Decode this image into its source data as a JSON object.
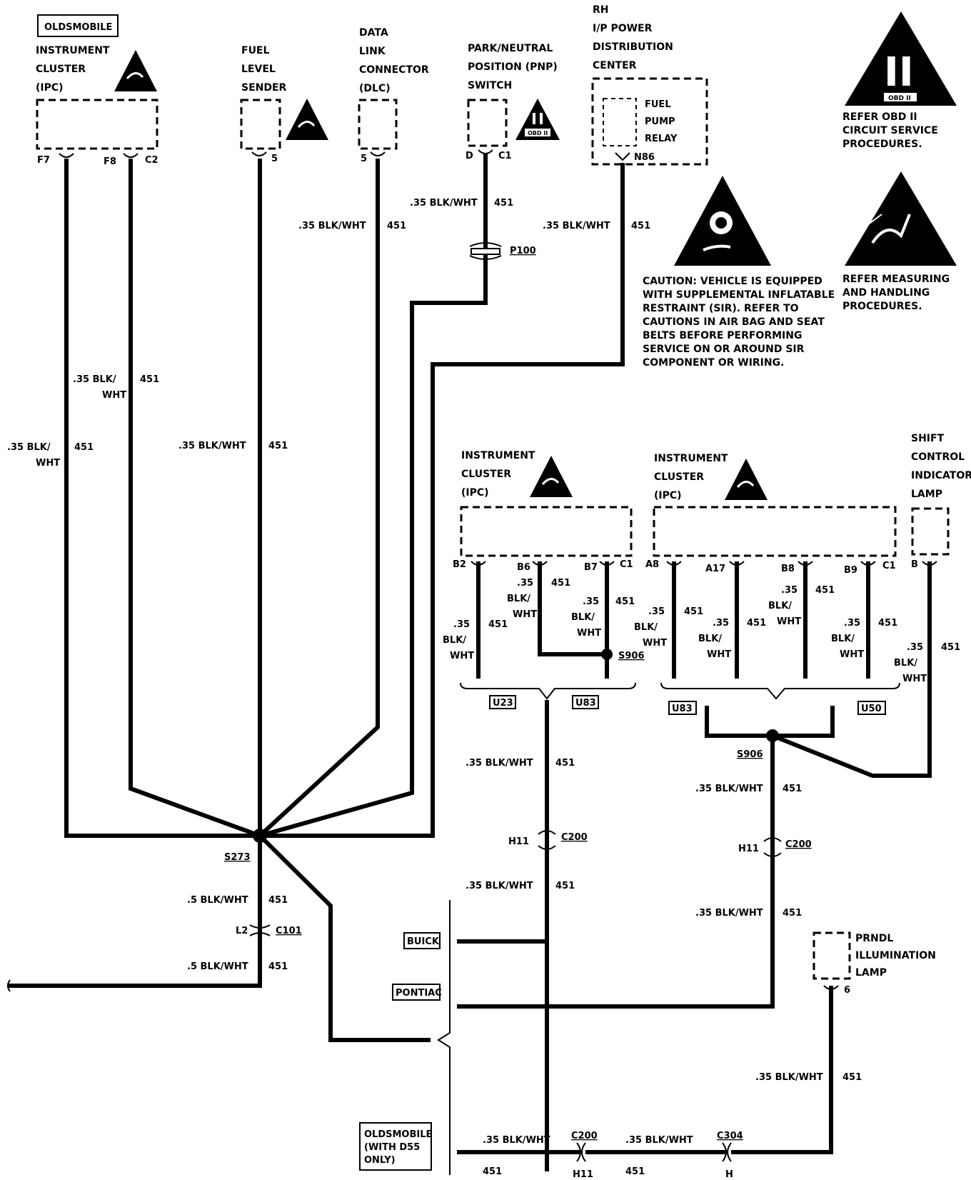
{
  "components": {
    "olds_ipc": {
      "tag": "OLDSMOBILE",
      "lines": [
        "INSTRUMENT",
        "CLUSTER",
        "(IPC)"
      ],
      "pins": [
        "F7",
        "F8",
        "C2"
      ]
    },
    "fuel_sender": {
      "lines": [
        "FUEL",
        "LEVEL",
        "SENDER"
      ],
      "pin": "5"
    },
    "dlc": {
      "lines": [
        "DATA",
        "LINK",
        "CONNECTOR",
        "(DLC)"
      ],
      "pin": "5"
    },
    "pnp": {
      "lines": [
        "PARK/NEUTRAL",
        "POSITION (PNP)",
        "SWITCH"
      ],
      "pins": [
        "D",
        "C1"
      ]
    },
    "rh_ipdc": {
      "lines": [
        "RH",
        "I/P POWER",
        "DISTRIBUTION",
        "CENTER"
      ],
      "inner": [
        "FUEL",
        "PUMP",
        "RELAY"
      ],
      "pin": "N86"
    },
    "ipc_buick": {
      "lines": [
        "INSTRUMENT",
        "CLUSTER",
        "(IPC)"
      ],
      "pins": [
        "B2",
        "B6",
        "B7",
        "C1"
      ]
    },
    "ipc_pontiac": {
      "lines": [
        "INSTRUMENT",
        "CLUSTER",
        "(IPC)"
      ],
      "pins": [
        "A8",
        "A17",
        "B8",
        "B9",
        "C1"
      ]
    },
    "shift_lamp": {
      "lines": [
        "SHIFT",
        "CONTROL",
        "INDICATOR",
        "LAMP"
      ],
      "pin": "B"
    },
    "prndl_lamp": {
      "lines": [
        "PRNDL",
        "ILLUMINATION",
        "LAMP"
      ],
      "pin": "6"
    }
  },
  "wire": {
    "gauge": ".35",
    "gauge_5": ".5",
    "color": "BLK/WHT",
    "circuit": "451",
    "color_a": "BLK/",
    "color_b": "WHT"
  },
  "connectors": {
    "p100": "P100",
    "c200": "C200",
    "c101": "C101",
    "c304": "C304",
    "h11": "H11",
    "l2": "L2",
    "h": "H"
  },
  "splices": {
    "s273": "S273",
    "s906": "S906"
  },
  "options": {
    "u23": "U23",
    "u83": "U83",
    "u50": "U50"
  },
  "branches": {
    "buick": "BUICK",
    "pontiac": "PONTIAC",
    "oldsmobile": [
      "OLDSMOBILE",
      "(WITH D55",
      "ONLY)"
    ]
  },
  "notes": {
    "obd": [
      "REFER OBD II",
      "CIRCUIT SERVICE",
      "PROCEDURES."
    ],
    "obd_symbol": "II",
    "obd_caption": "OBD II",
    "esd": [
      "REFER MEASURING",
      "AND HANDLING",
      "PROCEDURES."
    ],
    "caution": [
      "CAUTION: VEHICLE IS EQUIPPED",
      "WITH SUPPLEMENTAL INFLATABLE",
      "RESTRAINT (SIR). REFER TO",
      "CAUTIONS IN AIR BAG AND SEAT",
      "BELTS BEFORE PERFORMING",
      "SERVICE ON OR AROUND SIR",
      "COMPONENT OR WIRING."
    ]
  }
}
